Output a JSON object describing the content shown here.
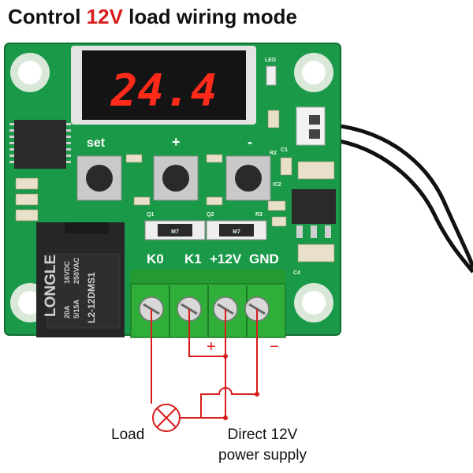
{
  "title": {
    "prefix": "Control ",
    "highlight": "12V",
    "suffix": " load wiring mode"
  },
  "display": {
    "reading": "24.4"
  },
  "board": {
    "set_label": "set",
    "plus_label": "+",
    "minus_label": "-",
    "led_label": "LED",
    "q1_label": "Q1",
    "q2_label": "Q2",
    "r2_label": "R2",
    "r3_label": "R3",
    "ic2_label": "IC2",
    "c1_label": "C1",
    "c4_label": "C4",
    "m7a": "M7",
    "m7b": "M7"
  },
  "relay": {
    "brand": "LONGLE",
    "line1": "20A",
    "line2": "5/15A",
    "line3": "16VDC",
    "line4": "250VAC",
    "model": "L2-12DMS1"
  },
  "terminals": {
    "k0": "K0",
    "k1": "K1",
    "v12": "+12V",
    "gnd": "GND"
  },
  "wiring": {
    "plus_sign": "+",
    "minus_sign": "−",
    "load_label": "Load",
    "supply_line1": "Direct 12V",
    "supply_line2": "power supply"
  },
  "colors": {
    "pcb": "#1a9a48",
    "terminal_block": "#2fae3a",
    "wire": "#d81c1c",
    "relay": "#262626",
    "segment": "#ff2a1a"
  }
}
